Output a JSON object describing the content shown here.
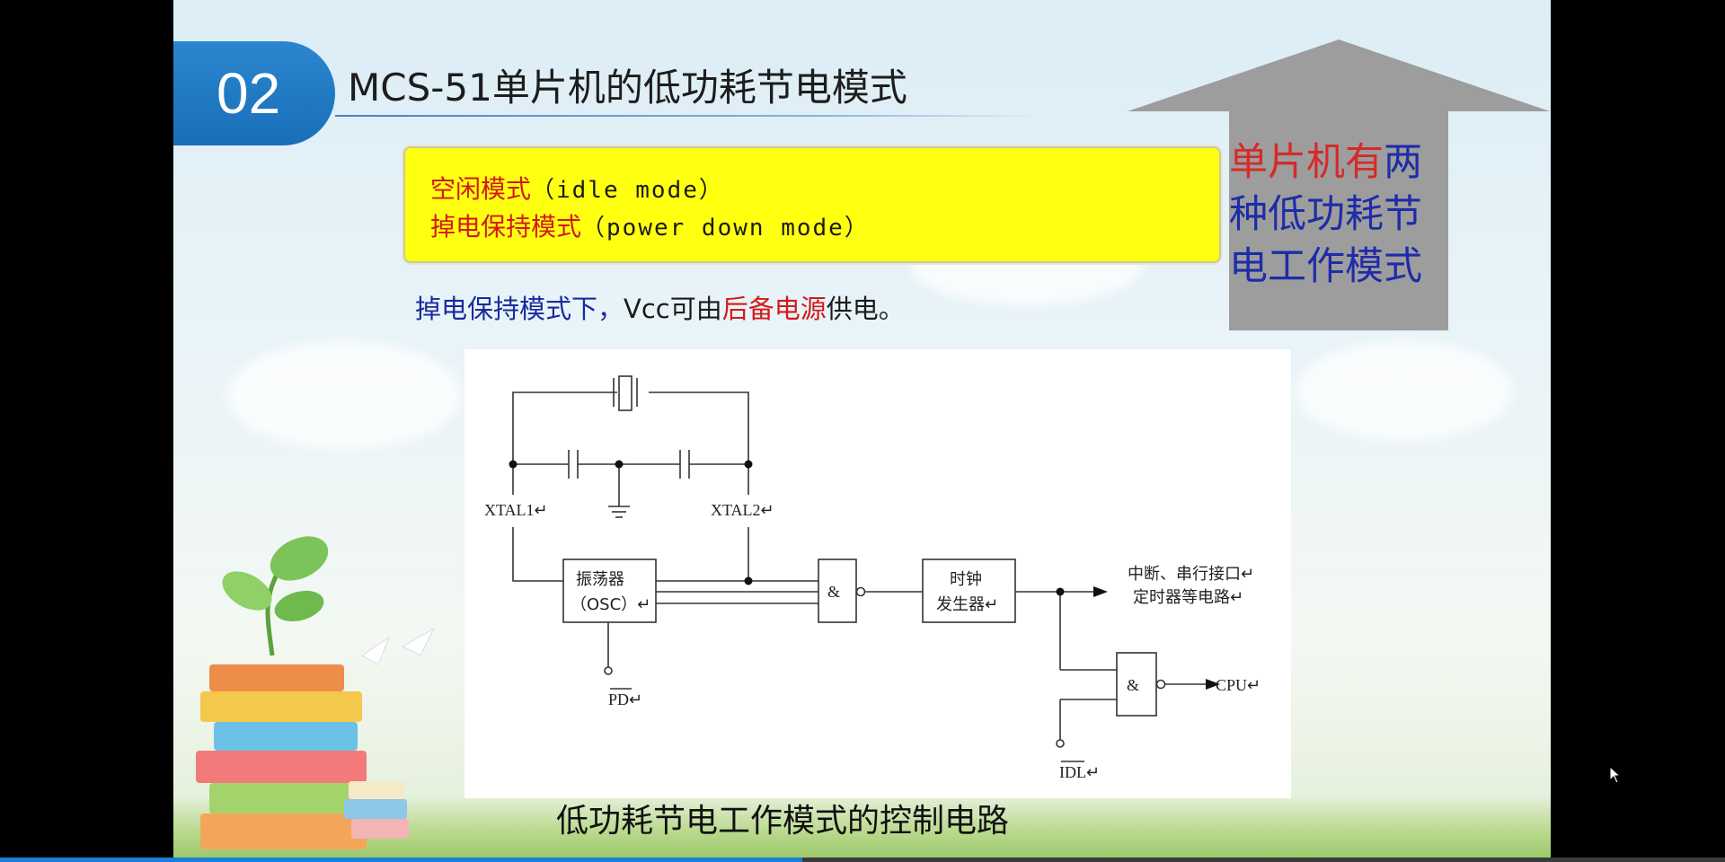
{
  "slide": {
    "section_number": "02",
    "title": "MCS-51单片机的低功耗节电模式",
    "modes": {
      "idle_cn": "空闲模式",
      "idle_en": "（idle mode）",
      "powerdown_cn": "掉电保持模式",
      "powerdown_en": "（power down mode）"
    },
    "sentence": {
      "part1": "掉电保持模式下，",
      "part2": "Vcc可由",
      "part3": "后备电源",
      "part4": "供电。"
    },
    "arrow_text": {
      "line1_red": "单片机有",
      "line1_blue": "两",
      "line2": "种低功耗节",
      "line3": "电工作模式"
    },
    "circuit": {
      "xtal1": "XTAL1↵",
      "xtal2": "XTAL2↵",
      "osc_line1": "振荡器",
      "osc_line2": "（OSC）↵",
      "and_symbol": "&",
      "clock_line1": "时钟",
      "clock_line2": "发生器↵",
      "out_line1": "中断、串行接口↵",
      "out_line2": "定时器等电路↵",
      "cpu": "CPU↵",
      "pd": "PD↵",
      "idl": "IDL↵"
    },
    "caption": "低功耗节电工作模式的控制电路"
  },
  "player": {
    "progress": 0.465,
    "accent": "#1a7fd6"
  }
}
